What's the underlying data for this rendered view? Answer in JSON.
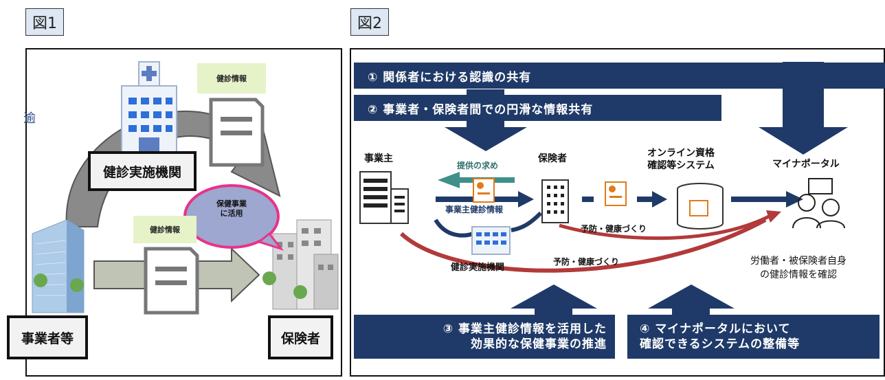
{
  "figure1": {
    "label": "図1",
    "health_info_top": "健診情報",
    "health_info_mid": "健診情報",
    "checkup_institution": "健診実施機関",
    "speech_bubble": [
      "保健事業",
      "に活用"
    ],
    "employer": "事業者等",
    "insurer": "保険者",
    "edge_mark": "逾"
  },
  "figure2": {
    "label": "図2",
    "banner1": "① 関係者における認識の共有",
    "banner2": "② 事業者・保険者間での円滑な情報共有",
    "banner3_line1": "③ 事業主健診情報を活用した",
    "banner3_line2": "効果的な保健事業の推進",
    "banner4_line1": "④ マイナポータルにおいて",
    "banner4_line2": "確認できるシステムの整備等",
    "employer": "事業主",
    "insurer": "保険者",
    "online_system_line1": "オンライン資格",
    "online_system_line2": "確認等システム",
    "mynaportal": "マイナポータル",
    "request_label": "提供の求め",
    "employer_health_info": "事業主健診情報",
    "prevention_upper": "予防・健康づくり",
    "prevention_lower": "予防・健康づくり",
    "checkup_institution": "健診実施機関",
    "worker_check_line1": "労働者・被保険者自身",
    "worker_check_line2": "の健診情報を確認"
  },
  "colors": {
    "navy": "#1f3a68",
    "teal_arrow": "#3f8f8a",
    "red_arc": "#b23a3a",
    "label_green": "#e6f2c8",
    "bubble_fill": "#9ea7cf",
    "bubble_border": "#e8338a"
  }
}
